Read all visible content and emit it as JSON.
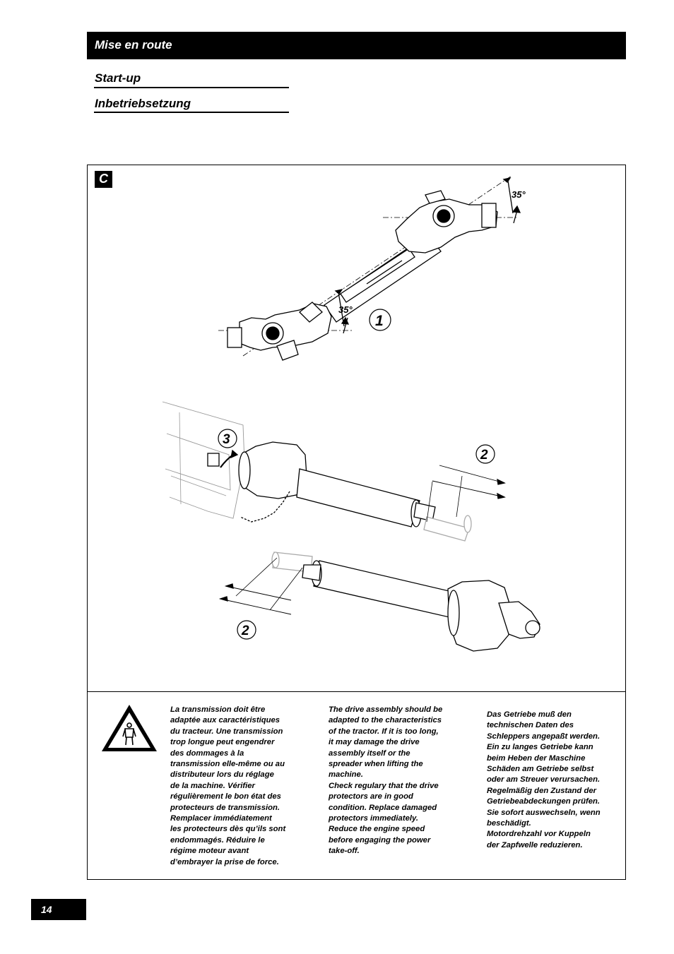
{
  "header": {
    "title": "Mise en route"
  },
  "subtitles": [
    "Start-up",
    "Inbetriebsetzung"
  ],
  "figure": {
    "badge": "C",
    "angle_top": "35°",
    "angle_bottom": "35°",
    "callout_1": "1",
    "callout_2a": "2",
    "callout_2b": "2",
    "callout_3": "3"
  },
  "warning_icon": "warning-triangle-person-icon",
  "texts": {
    "fr": "La transmission doit être\nadaptée aux caractéristiques\ndu tracteur. Une transmission\ntrop longue peut engendrer\ndes dommages à la\ntransmission elle-même ou au\ndistributeur lors du réglage\nde la machine. Vérifier\nrégulièrement le bon état des\nprotecteurs de transmission.\nRemplacer immédiatement\nles protecteurs dès qu’ils sont\nendommagés. Réduire le\nrégime moteur avant\nd’embrayer la prise de force.",
    "en": "The drive assembly should be\nadapted to the characteristics\nof the tractor. If it is too long,\nit may damage the drive\nassembly itself or the\nspreader when lifting the\nmachine.\nCheck regulary that the drive\nprotectors are in good\ncondition. Replace damaged\nprotectors immediately.\nReduce the engine speed\nbefore engaging the power\ntake-off.",
    "de": "Das Getriebe muß den\ntechnischen Daten des\nSchleppers angepaßt werden.\nEin zu langes Getriebe kann\nbeim Heben der Maschine\nSchäden am Getriebe selbst\noder am Streuer verursachen.\nRegelmäßig den Zustand der\nGetriebeabdeckungen prüfen.\nSie sofort auswechseln, wenn\nbeschädigt.\nMotordrehzahl vor Kuppeln\nder Zapfwelle reduzieren."
  },
  "page_number": "14"
}
